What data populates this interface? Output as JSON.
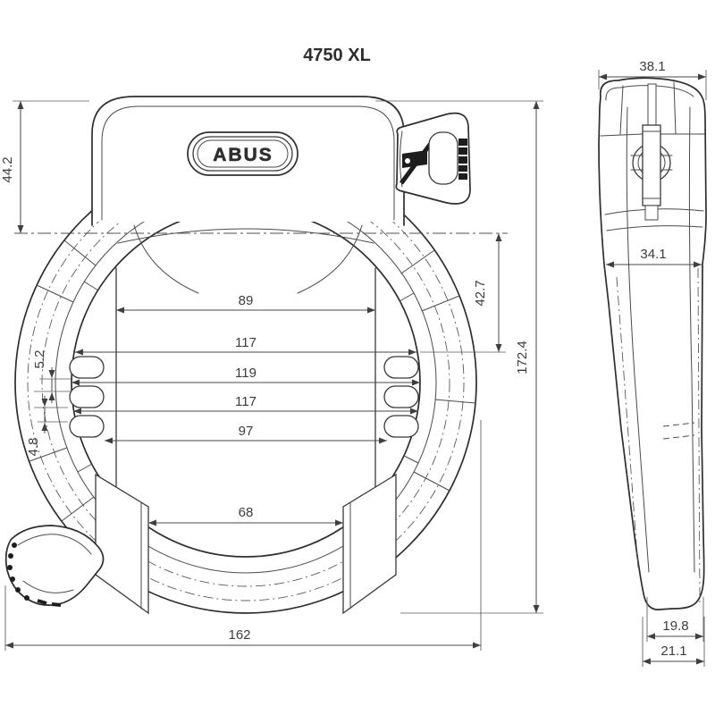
{
  "title": "4750 XL",
  "brand": "ABUS",
  "front_view": {
    "dimensions": {
      "housing_height": "44.2",
      "channel_width": "89",
      "opening_width_upper": "117",
      "opening_width_max": "119",
      "opening_width_lower": "117",
      "slot_span_width": "97",
      "slot_gap_upper": "5.2",
      "slot_gap_lower": "4.8",
      "center_to_opening": "42.7",
      "overall_height": "172.4",
      "leg_gap": "68",
      "overall_width": "162"
    }
  },
  "side_view": {
    "dimensions": {
      "top_width": "38.1",
      "body_width": "34.1",
      "tip_width": "19.8",
      "base_width": "21.1"
    }
  }
}
